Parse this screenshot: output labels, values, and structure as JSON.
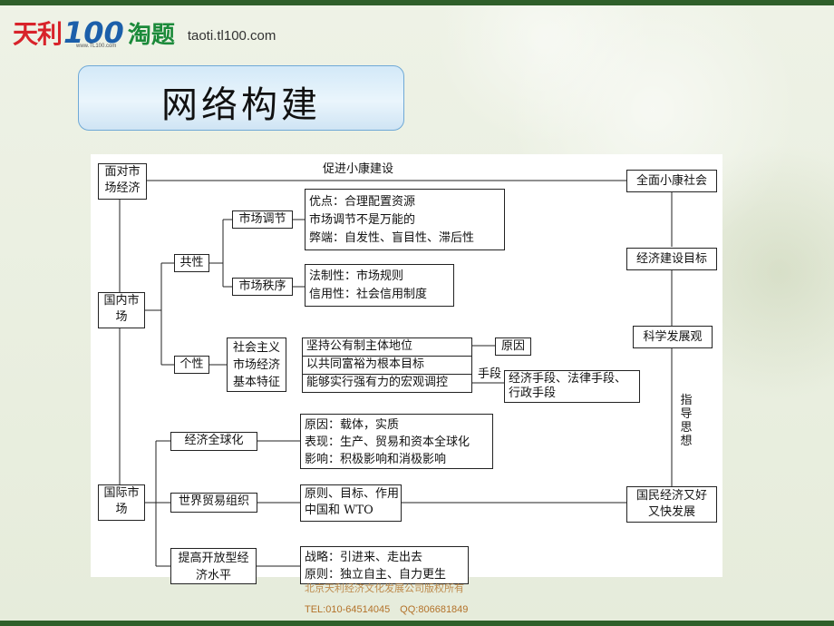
{
  "brand": {
    "logo_text_1": "天利",
    "logo_text_2": "100",
    "logo_text_3": "淘题",
    "logo_sub": "www.TL100.com",
    "url": "taoti.tl100.com"
  },
  "slide_title": "网络构建",
  "diagram": {
    "left_nodes": {
      "market_economy": "面对市场经济",
      "domestic_market": "国内市场",
      "international_market": "国际市场"
    },
    "domestic": {
      "commonality": "共性",
      "market_regulation": "市场调节",
      "regulation_details": [
        "优点：合理配置资源",
        "市场调节不是万能的",
        "弊端：自发性、盲目性、滞后性"
      ],
      "market_order": "市场秩序",
      "order_details": [
        "法制性：市场规则",
        "信用性：社会信用制度"
      ],
      "individuality": "个性",
      "socialist_features": "社会主义市场经济基本特征",
      "features": [
        "坚持公有制主体地位",
        "以共同富裕为根本目标",
        "能够实行强有力的宏观调控"
      ],
      "reason": "原因",
      "means_label": "手段",
      "means": "经济手段、法律手段、行政手段"
    },
    "international": {
      "globalization": "经济全球化",
      "globalization_details": [
        "原因：载体，实质",
        "表现：生产、贸易和资本全球化",
        "影响：积极影响和消极影响"
      ],
      "wto": "世界贸易组织",
      "wto_details": [
        "原则、目标、作用",
        "中国和 WTO"
      ],
      "openness": "提高开放型经济水平",
      "openness_details": [
        "战略：引进来、走出去",
        "原则：独立自主、自力更生"
      ]
    },
    "right_nodes": {
      "top_link": "促进小康建设",
      "xiaokang": "全面小康社会",
      "econ_goal": "经济建设目标",
      "science_dev": "科学发展观",
      "guiding": "指导思想",
      "national_econ": "国民经济又好又快发展"
    }
  },
  "footer": {
    "company": "北京天利经济文化发展公司版权所有",
    "contact": "TEL:010-64514045　QQ:806681849"
  }
}
